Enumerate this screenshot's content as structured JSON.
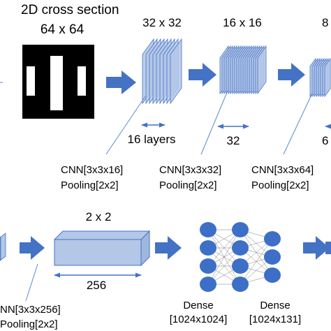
{
  "colors": {
    "arrow_blue": "#4472C4",
    "layer_fill": "#B4C7E7",
    "layer_stroke": "#4472C4",
    "node_blue": "#3D6FC7",
    "pointer_blue": "#5B8AD0",
    "edge_gray": "#7F7F7F"
  },
  "input": {
    "title": "2D cross section",
    "size": "64 x 64"
  },
  "stage1": {
    "size": "32 x 32",
    "depth_label": "16 layers",
    "op_line1": "CNN[3x3x16]",
    "op_line2": "Pooling[2x2]"
  },
  "stage2": {
    "size": "16 x 16",
    "depth_label": "32",
    "op_line1": "CNN[3x3x32]",
    "op_line2": "Pooling[2x2]"
  },
  "stage3": {
    "size": "8",
    "depth_label": "6",
    "op_line1": "CNN[3x3x64]",
    "op_line2": "Pooling[2x2]"
  },
  "stage5": {
    "size": "2 x 2",
    "depth_label": "256",
    "op_line1": "NN[3x3x256]",
    "op_line2": "Pooling[2x2]"
  },
  "dense1": {
    "line1": "Dense",
    "line2": "[1024x1024]"
  },
  "dense2": {
    "line1": "Dense",
    "line2": "[1024x131]"
  }
}
